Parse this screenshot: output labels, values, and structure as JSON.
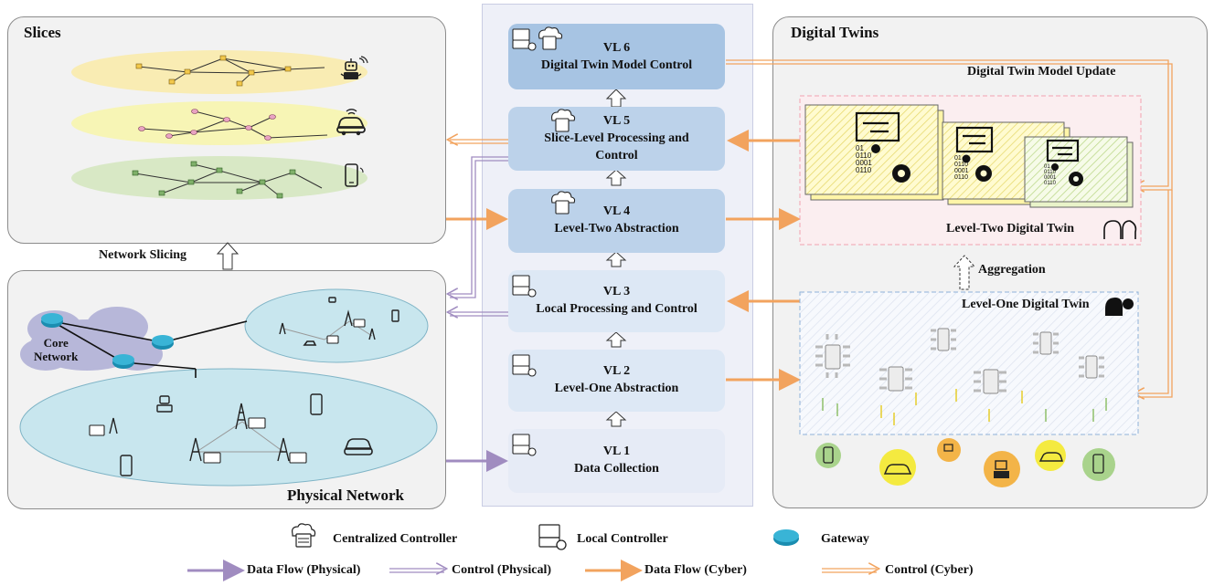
{
  "slices": {
    "title": "Slices"
  },
  "physical": {
    "title": "Physical Network",
    "core_label": "Core\nNetwork",
    "core_line1": "Core",
    "core_line2": "Network"
  },
  "digital_twins": {
    "title": "Digital Twins",
    "model_update": "Digital Twin Model Update",
    "level_two": "Level-Two Digital Twin",
    "level_one": "Level-One Digital Twin",
    "aggregation": "Aggregation"
  },
  "network_slicing": "Network Slicing",
  "vl_levels": [
    {
      "id": "VL 6",
      "name": "Digital Twin Model Control"
    },
    {
      "id": "VL 5",
      "name": "Slice-Level Processing and Control"
    },
    {
      "id": "VL 4",
      "name": "Level-Two Abstraction"
    },
    {
      "id": "VL 3",
      "name": "Local Processing and Control"
    },
    {
      "id": "VL 2",
      "name": "Level-One Abstraction"
    },
    {
      "id": "VL 1",
      "name": "Data Collection"
    }
  ],
  "vl5_line1": "Slice-Level Processing and",
  "vl5_line2": "Control",
  "twin_binary": "01\n0110\n0001\n0110",
  "legend": {
    "centralized": "Centralized Controller",
    "local": "Local Controller",
    "gateway": "Gateway",
    "data_physical": "Data Flow (Physical)",
    "control_physical": "Control (Physical)",
    "data_cyber": "Data Flow (Cyber)",
    "control_cyber": "Control (Cyber)"
  },
  "colors": {
    "data_physical": "#a08cc0",
    "control_physical": "#a08cc0",
    "data_cyber": "#f2a35e",
    "control_cyber": "#f2a35e",
    "vl_dark": "#a7c4e3",
    "vl_light": "#dde8f5"
  },
  "icons": [
    "centralized-controller-icon",
    "local-controller-icon",
    "gateway-icon",
    "robot-icon",
    "car-icon",
    "phone-icon",
    "tower-icon",
    "wifi-icon"
  ]
}
